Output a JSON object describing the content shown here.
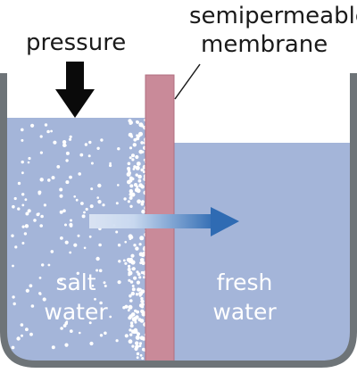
{
  "labels": {
    "pressure": "pressure",
    "membrane_line1": "semipermeable",
    "membrane_line2": "membrane",
    "salt_line1": "salt",
    "salt_line2": "water",
    "fresh_line1": "fresh",
    "fresh_line2": "water"
  },
  "colors": {
    "water": "#a4b5d9",
    "membrane": "#c98a99",
    "membrane_edge": "#b06f80",
    "container": "#6e7478",
    "salt": "#ffffff",
    "arrow_dark": "#2f6bb3",
    "arrow_light": "#c8d8ef",
    "pressure_arrow": "#0a0a0a"
  },
  "icons": {
    "pressure": "down-arrow-icon",
    "flow": "right-arrow-icon"
  }
}
